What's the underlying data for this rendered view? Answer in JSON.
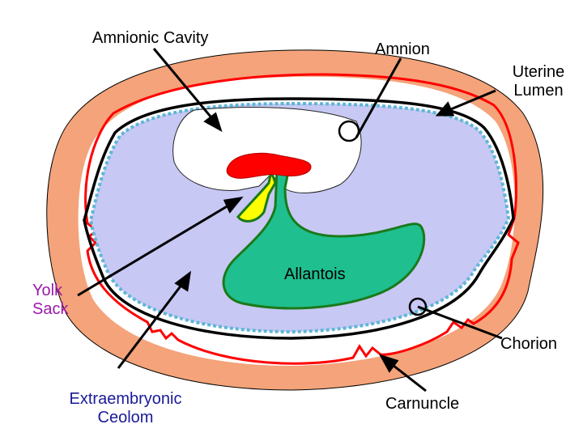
{
  "labels": {
    "amnionic_cavity": "Amnionic Cavity",
    "amnion": "Amnion",
    "uterine_lumen": [
      "Uterine",
      "Lumen"
    ],
    "yolk_sack": [
      "Yolk",
      "Sack"
    ],
    "allantois": "Allantois",
    "chorion": "Chorion",
    "extraembryonic_ceolom": [
      "Extraembryonic",
      "Ceolom"
    ],
    "carnuncle": "Carnuncle"
  },
  "colors": {
    "uterine_wall": "#f4a37a",
    "endometrium_line": "#ff0000",
    "chorion_line": "#000000",
    "chorion_dotted": "#5fb6d6",
    "extraembryonic_ceolom": "#c8c8f4",
    "amnionic_cavity": "#ffffff",
    "embryo": "#ff0000",
    "yolk_sack": "#ffff00",
    "allantois": "#1fbf8f",
    "allantois_outline": "#1a7a1a",
    "label_text": "#000000",
    "yolk_sack_label": "#9a1aa8",
    "extraembryonic_label": "#1a1a9a"
  }
}
